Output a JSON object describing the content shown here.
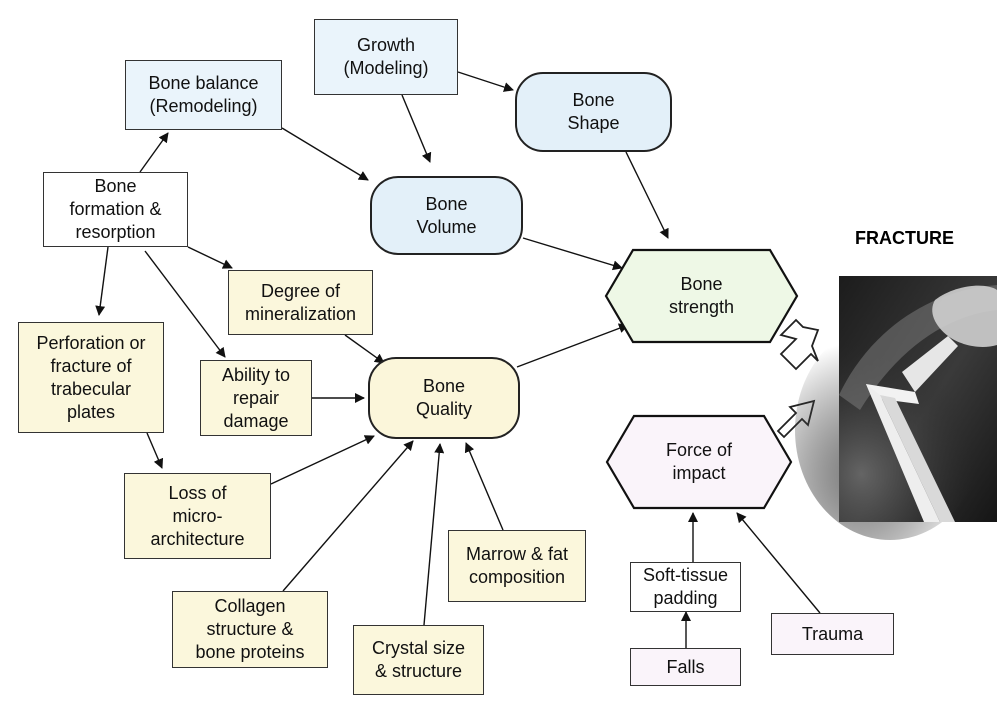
{
  "title": "FRACTURE",
  "nodes": {
    "bone_balance": "Bone balance\n(Remodeling)",
    "growth": "Growth\n(Modeling)",
    "bone_shape": "Bone\nShape",
    "bone_formation": "Bone\nformation &\nresorption",
    "bone_volume": "Bone\nVolume",
    "bone_strength": "Bone\nstrength",
    "degree_mineralization": "Degree of\nmineralization",
    "perforation": "Perforation or\nfracture of\ntrabecular\nplates",
    "ability_repair": "Ability to\nrepair\ndamage",
    "bone_quality": "Bone\nQuality",
    "force_impact": "Force of\nimpact",
    "loss_micro": "Loss of\nmicro-\narchitecture",
    "marrow_fat": "Marrow & fat\ncomposition",
    "soft_tissue": "Soft-tissue\npadding",
    "collagen": "Collagen\nstructure &\nbone proteins",
    "crystal": "Crystal size\n& structure",
    "trauma": "Trauma",
    "falls": "Falls"
  },
  "colors": {
    "blue_fill": "#eaf4fb",
    "yellow_fill": "#fbf7dc",
    "green_fill": "#eef8e6",
    "pink_fill": "#faf4fa"
  }
}
